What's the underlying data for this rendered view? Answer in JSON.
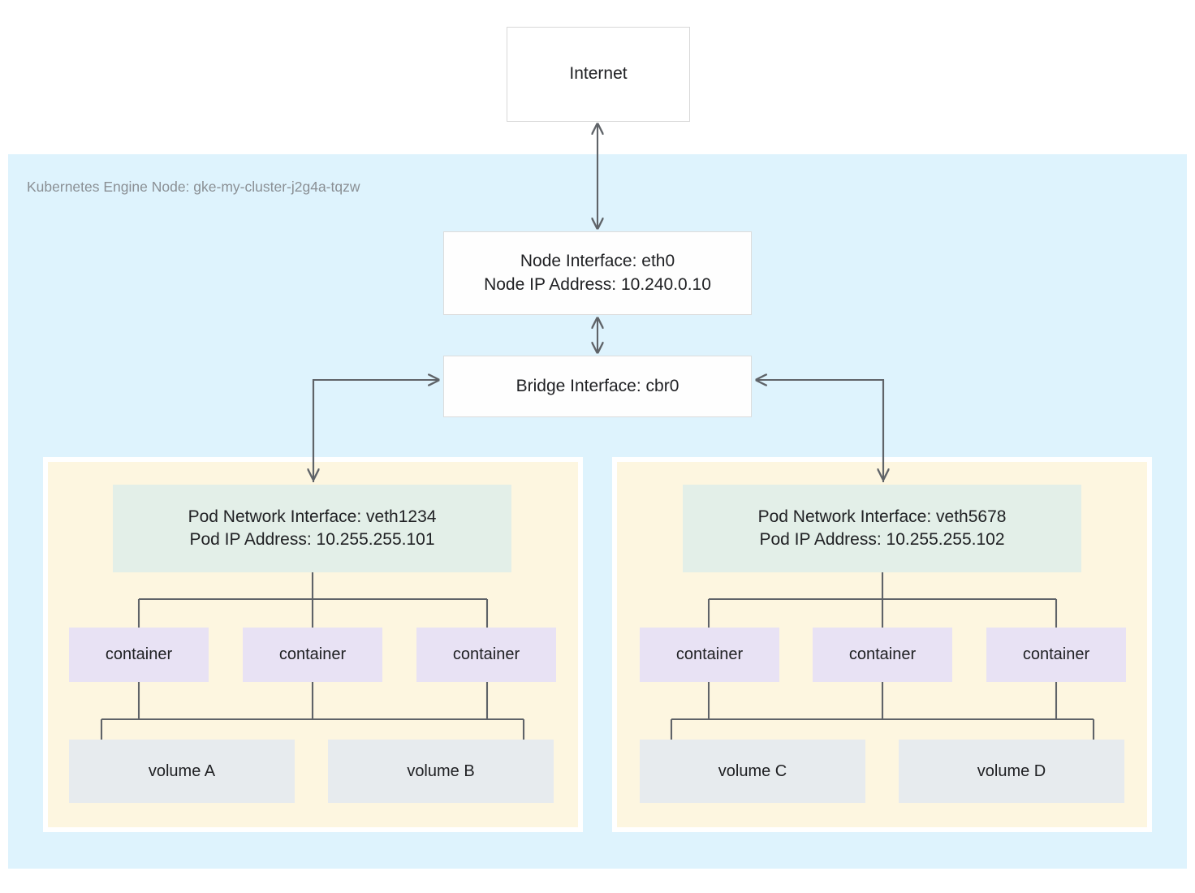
{
  "diagram": {
    "title_text": "Kubernetes Engine Node: gke-my-cluster-j2g4a-tqzw",
    "internet": {
      "label": "Internet"
    },
    "node_interface": {
      "line1": "Node Interface: eth0",
      "line2": "Node IP Address: 10.240.0.10"
    },
    "bridge": {
      "label": "Bridge Interface: cbr0"
    },
    "pods": [
      {
        "iface_line1": "Pod Network Interface: veth1234",
        "iface_line2": "Pod IP Address: 10.255.255.101",
        "containers": [
          {
            "label": "container"
          },
          {
            "label": "container"
          },
          {
            "label": "container"
          }
        ],
        "volumes": [
          {
            "label": "volume A"
          },
          {
            "label": "volume B"
          }
        ]
      },
      {
        "iface_line1": "Pod Network Interface: veth5678",
        "iface_line2": "Pod IP Address: 10.255.255.102",
        "containers": [
          {
            "label": "container"
          },
          {
            "label": "container"
          },
          {
            "label": "container"
          }
        ],
        "volumes": [
          {
            "label": "volume C"
          },
          {
            "label": "volume D"
          }
        ]
      }
    ],
    "colors": {
      "node_background": "#def3fd",
      "pod_background": "#fdf6e0",
      "pod_interface": "#e3efe8",
      "container": "#e8e2f4",
      "volume": "#e7ebee",
      "box_border": "#dcdcdc",
      "connector": "#5f6368",
      "text": "#202124",
      "muted_text": "#8a8f94",
      "page_background": "#ffffff"
    }
  }
}
